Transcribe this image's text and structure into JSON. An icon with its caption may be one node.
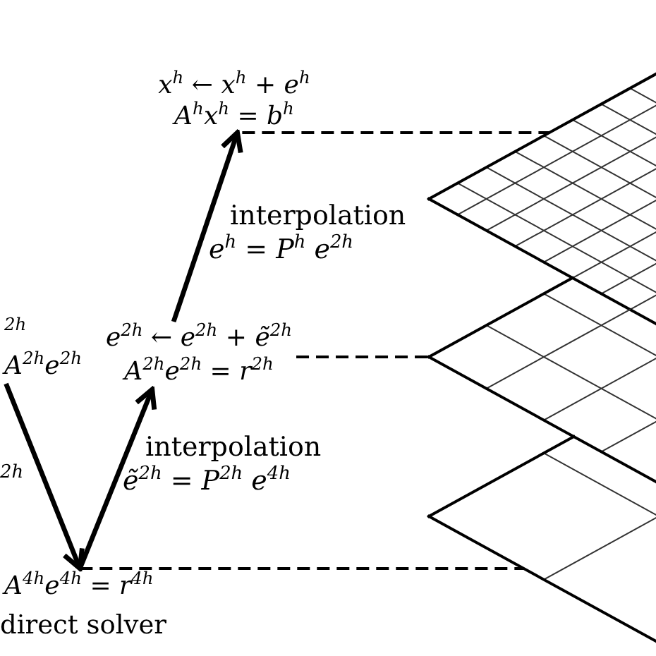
{
  "diagram": {
    "nodes": [
      {
        "text": [
          "x$^{h}$ ← x$^{h}$ + e$^{h}$",
          "A$^{h}$x$^{h}$ = b$^{h}$"
        ]
      },
      {
        "text": [
          "$^{2h}$",
          "A$^{2h}$e$^{2h}$"
        ]
      },
      {
        "text": [
          "e$^{2h}$ ← e$^{2h}$ + ẽ$^{2h}$",
          "A$^{2h}$e$^{2h}$ = r$^{2h}$"
        ]
      },
      {
        "text": [
          "A$^{4h}$e$^{4h}$ = r$^{4h}$",
          "direct solver"
        ]
      },
      {
        "text": [],
        "shape": "grid"
      },
      {
        "text": [],
        "shape": "grid"
      },
      {
        "text": [],
        "shape": "grid"
      }
    ],
    "edges": [
      {
        "from": 1,
        "to": 3,
        "arrow": "to",
        "label": "$^{2h}$"
      },
      {
        "from": 3,
        "to": 2,
        "arrow": "to",
        "label": "interpolation *ẽ*$^{2h}$ = *P*$^{2h}$ *e*$^{4h}$"
      },
      {
        "from": 2,
        "to": 0,
        "arrow": "to",
        "label": "interpolation *e*$^{h}$ = *P*$^{h}$ *e*$^{2h}$"
      },
      {
        "from": 0,
        "to": 4,
        "arrow": "none",
        "style": "dashed"
      },
      {
        "from": 2,
        "to": 5,
        "arrow": "none",
        "style": "dashed"
      },
      {
        "from": 3,
        "to": 6,
        "arrow": "none",
        "style": "dashed"
      }
    ]
  }
}
